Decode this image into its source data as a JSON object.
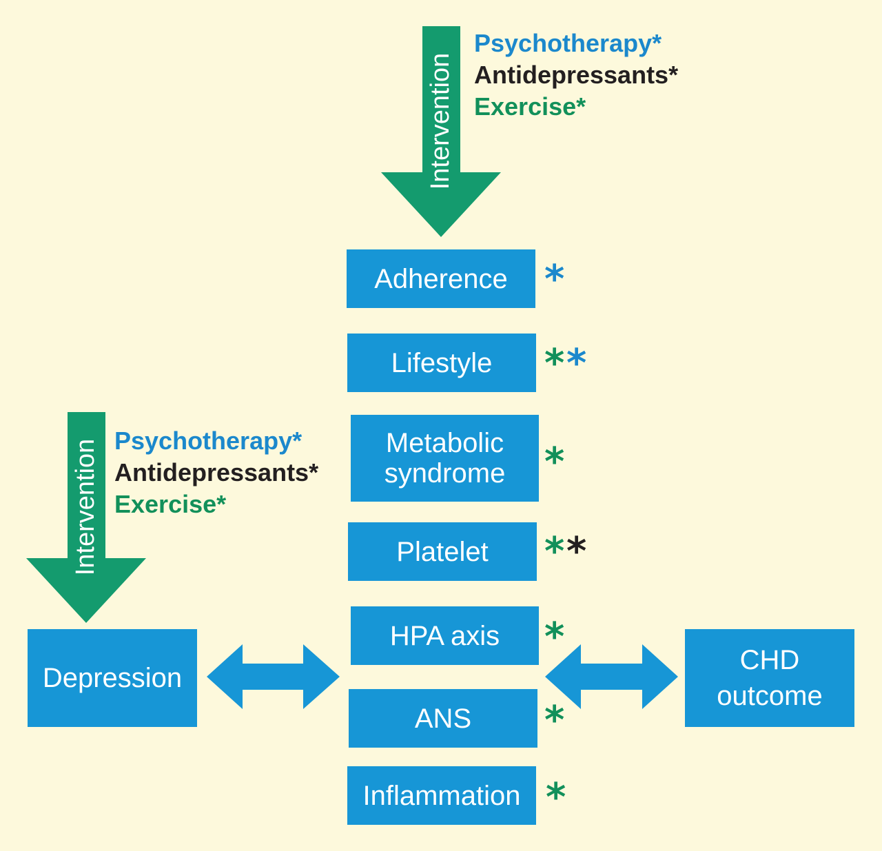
{
  "colors": {
    "background": "#fdf9dc",
    "box": "#1796d6",
    "arrow_green": "#149b6e",
    "blue": "#1b88cc",
    "black": "#231f20",
    "green": "#12905a"
  },
  "intervention_label": "Intervention",
  "legend": {
    "psychotherapy": "Psychotherapy*",
    "antidepressants": "Antidepressants*",
    "exercise": "Exercise*"
  },
  "nodes": {
    "depression": "Depression",
    "chd_line1": "CHD",
    "chd_line2": "outcome",
    "adherence": "Adherence",
    "lifestyle": "Lifestyle",
    "metabolic_line1": "Metabolic",
    "metabolic_line2": "syndrome",
    "platelet": "Platelet",
    "hpa": "HPA axis",
    "ans": "ANS",
    "inflammation": "Inflammation"
  },
  "asterisk": "*"
}
